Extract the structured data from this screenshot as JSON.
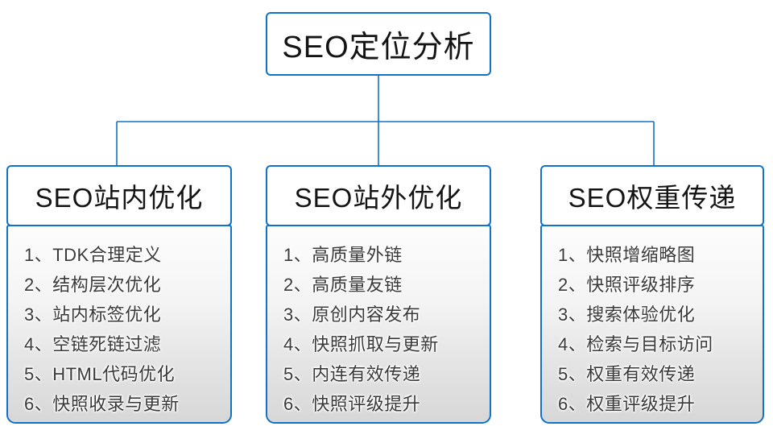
{
  "diagram": {
    "root": {
      "title": "SEO定位分析"
    },
    "columns": [
      {
        "title": "SEO站内优化",
        "items": [
          "1、TDK合理定义",
          "2、结构层次优化",
          "3、站内标签优化",
          "4、空链死链过滤",
          "5、HTML代码优化",
          "6、快照收录与更新"
        ]
      },
      {
        "title": "SEO站外优化",
        "items": [
          "1、高质量外链",
          "2、高质量友链",
          "3、原创内容发布",
          "4、快照抓取与更新",
          "5、内连有效传递",
          "6、快照评级提升"
        ]
      },
      {
        "title": "SEO权重传递",
        "items": [
          "1、快照增缩略图",
          "2、快照评级排序",
          "3、搜索体验优化",
          "4、检索与目标访问",
          "5、权重有效传递",
          "6、权重评级提升"
        ]
      }
    ],
    "colors": {
      "line_and_border": "#1272c6",
      "header_text": "#141414",
      "item_text": "#3a3a3a",
      "panel_gradient_top": "#fdfdfd",
      "panel_gradient_bottom": "#d7d7d7"
    }
  }
}
